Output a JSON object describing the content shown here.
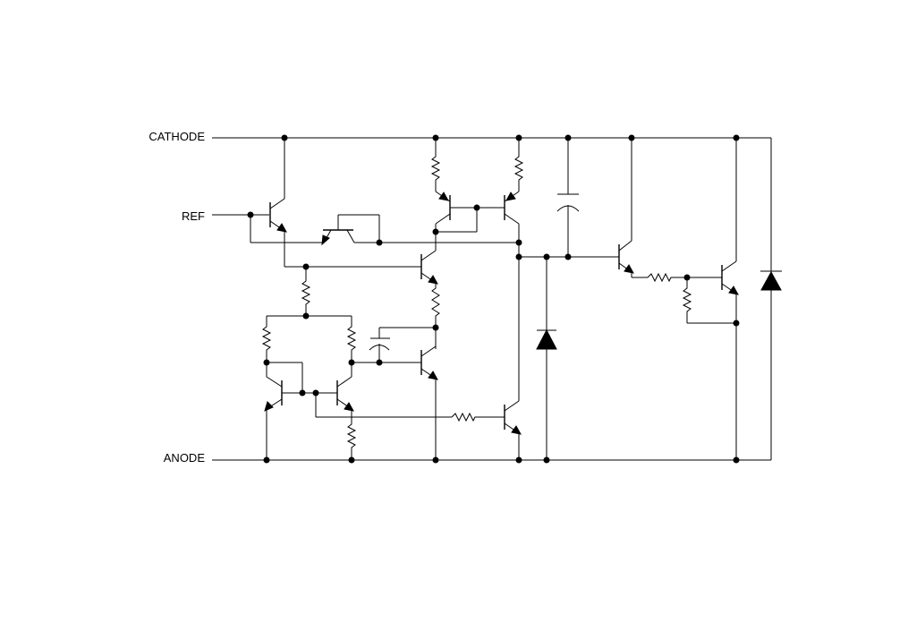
{
  "labels": {
    "cathode": "CATHODE",
    "ref": "REF",
    "anode": "ANODE"
  },
  "colors": {
    "line": "#000000",
    "background": "#ffffff"
  }
}
